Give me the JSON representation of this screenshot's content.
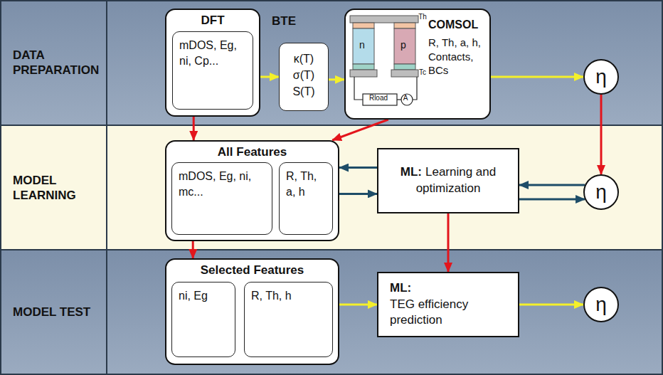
{
  "diagram": {
    "nodes": [
      {
        "text": [
          "DATA PREPARATION"
        ]
      },
      {
        "text": [
          "DFT"
        ],
        "in": 0
      },
      {
        "text": [
          "mDOS, Eg, ni, Cp..."
        ],
        "in": 1
      },
      {
        "text": [
          "κ(T) σ(T) S(T)"
        ],
        "in": 0
      },
      {
        "text": [
          "COMSOL",
          "R, Th, a, h, Contacts, BCs"
        ],
        "in": 0
      },
      {
        "text": [
          "η"
        ],
        "in": 0
      },
      {
        "text": [
          "MODEL LEARNING"
        ]
      },
      {
        "text": [
          "All Features"
        ],
        "in": 6
      },
      {
        "text": [
          "mDOS, Eg, ni, mc..."
        ],
        "in": 7
      },
      {
        "text": [
          "R, Th, a, h"
        ],
        "in": 7
      },
      {
        "text": [
          "ML:",
          "Learning and optimization"
        ],
        "in": 6
      },
      {
        "text": [
          "η"
        ],
        "in": 6
      },
      {
        "text": [
          "MODEL TEST"
        ]
      },
      {
        "text": [
          "Selected Features"
        ],
        "in": 12
      },
      {
        "text": [
          "ni, Eg"
        ],
        "in": 13
      },
      {
        "text": [
          "R, Th, h"
        ],
        "in": 13
      },
      {
        "text": [
          "ML:",
          "TEG efficiency prediction"
        ],
        "in": 12
      },
      {
        "text": [
          "η"
        ],
        "in": 12
      }
    ],
    "edges": [
      {
        "from": 1,
        "to": 3,
        "arrow": "to",
        "label": "BTE"
      },
      {
        "from": 3,
        "to": 4,
        "arrow": "to"
      },
      {
        "from": 4,
        "to": 5,
        "arrow": "to"
      },
      {
        "from": 1,
        "to": 7,
        "arrow": "to"
      },
      {
        "from": 4,
        "to": 7,
        "arrow": "to"
      },
      {
        "from": 5,
        "to": 11,
        "arrow": "to"
      },
      {
        "from": 10,
        "to": 7,
        "arrow": "to"
      },
      {
        "from": 7,
        "to": 10,
        "arrow": "to"
      },
      {
        "from": 11,
        "to": 10,
        "arrow": "to"
      },
      {
        "from": 10,
        "to": 11,
        "arrow": "to"
      },
      {
        "from": 7,
        "to": 13,
        "arrow": "to"
      },
      {
        "from": 10,
        "to": 16,
        "arrow": "to"
      },
      {
        "from": 13,
        "to": 16,
        "arrow": "to"
      },
      {
        "from": 16,
        "to": 17,
        "arrow": "to"
      }
    ],
    "labels": [
      "Th",
      "n",
      "p",
      "Tc",
      "Rload",
      "A"
    ]
  }
}
